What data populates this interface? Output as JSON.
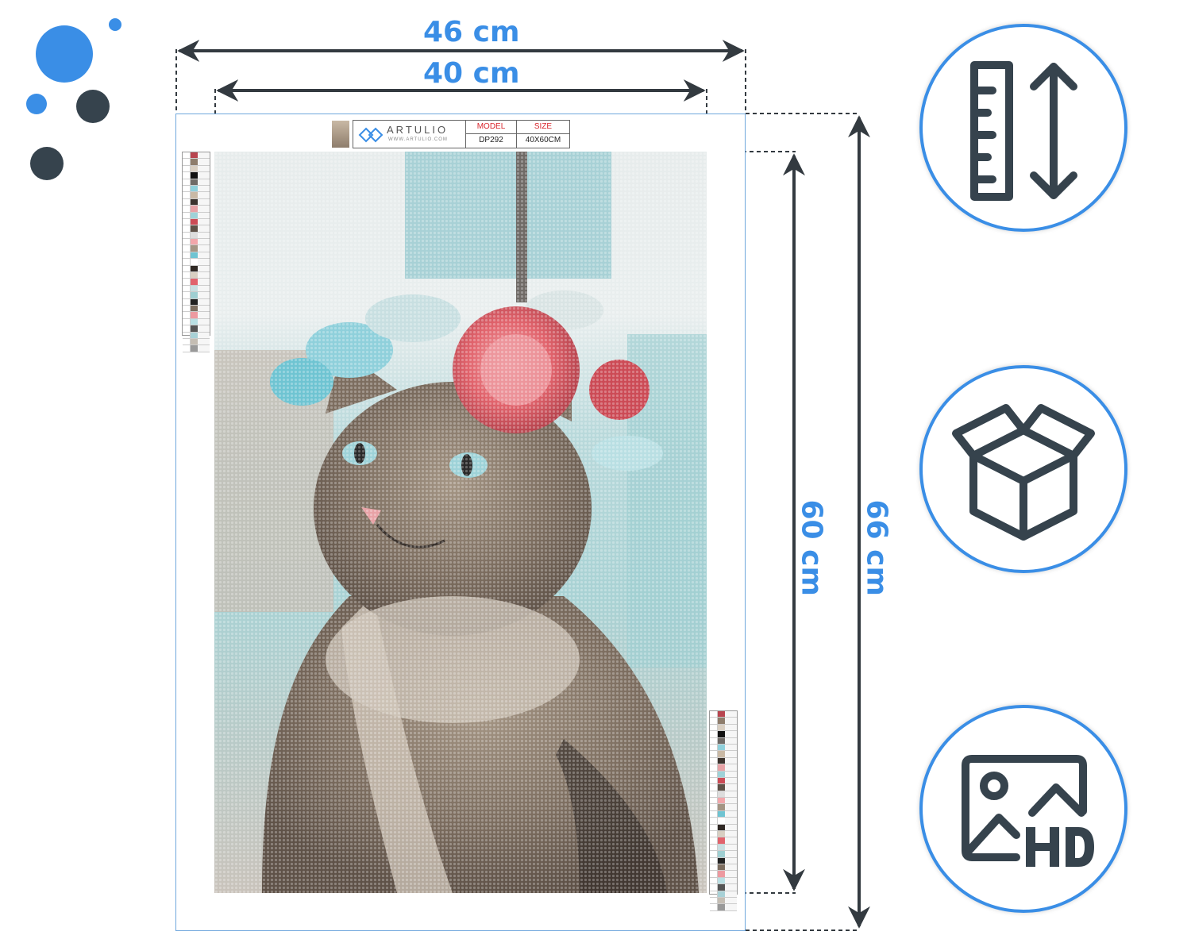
{
  "dimensions": {
    "outer_width": "46 cm",
    "inner_width": "40 cm",
    "inner_height": "60 cm",
    "outer_height": "66 cm"
  },
  "product_header": {
    "brand": "ARTULIO",
    "website": "WWW.ARTULIO.COM",
    "model_label": "MODEL",
    "size_label": "SIZE",
    "model_value": "DP292",
    "size_value": "40X60CM"
  },
  "feature_icons": [
    {
      "icon": "ruler-height-icon"
    },
    {
      "icon": "package-box-icon"
    },
    {
      "icon": "hd-image-icon"
    }
  ],
  "colors": {
    "accent_blue": "#3a8ee6",
    "dark_slate": "#36434d",
    "line": "#333a40"
  }
}
